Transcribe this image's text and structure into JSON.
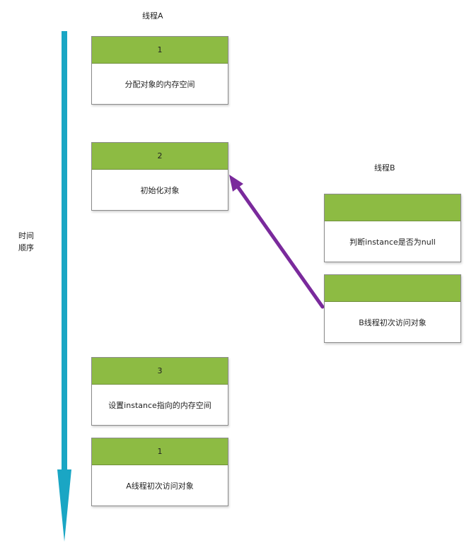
{
  "thread_a": {
    "label": "线程A",
    "steps": [
      {
        "number": "1",
        "text": "分配对象的内存空间"
      },
      {
        "number": "2",
        "text": "初始化对象"
      },
      {
        "number": "3",
        "text": "设置instance指向的内存空间"
      },
      {
        "number": "1",
        "text": "A线程初次访问对象"
      }
    ]
  },
  "thread_b": {
    "label": "线程B",
    "steps": [
      {
        "number": "",
        "text": "判断instance是否为null"
      },
      {
        "number": "",
        "text": "B线程初次访问对象"
      }
    ]
  },
  "time_axis": {
    "label_line1": "时间",
    "label_line2": "顺序"
  },
  "colors": {
    "box_header": "#8dbb43",
    "timeline_arrow": "#1aa6c4",
    "access_arrow": "#7a2a9c"
  }
}
